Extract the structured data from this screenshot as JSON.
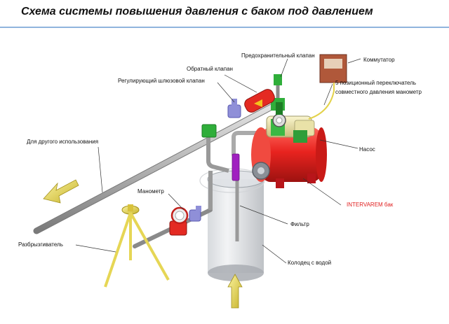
{
  "title": "Схема системы повышения давления с баком под давлением",
  "labels": {
    "relief_valve": "Предохранительный клапан",
    "commutator": "Коммутатор",
    "check_valve": "Обратный клапан",
    "regulating_valve": "Регулирующий шлюзовой клапан",
    "switch_line1": "5 позиционный переключатель",
    "switch_line2": "совместного давления манометр",
    "other_use": "Для другого использования",
    "pump": "Насос",
    "gauge": "Манометр",
    "tank": "INTERVAREM бак",
    "filter": "Фильтр",
    "sprinkler": "Разбрызгиватель",
    "well": "Колодец с водой"
  },
  "colors": {
    "tank": "#e8231f",
    "pipe": "#b8b8b8",
    "arrow": "#e8d84a",
    "fitting_green": "#2fae3a",
    "valve_blue": "#8f8fd8",
    "filter_purple": "#a020c0",
    "accent_red_label": "#e02020",
    "title_rule": "#8fb4dd"
  }
}
